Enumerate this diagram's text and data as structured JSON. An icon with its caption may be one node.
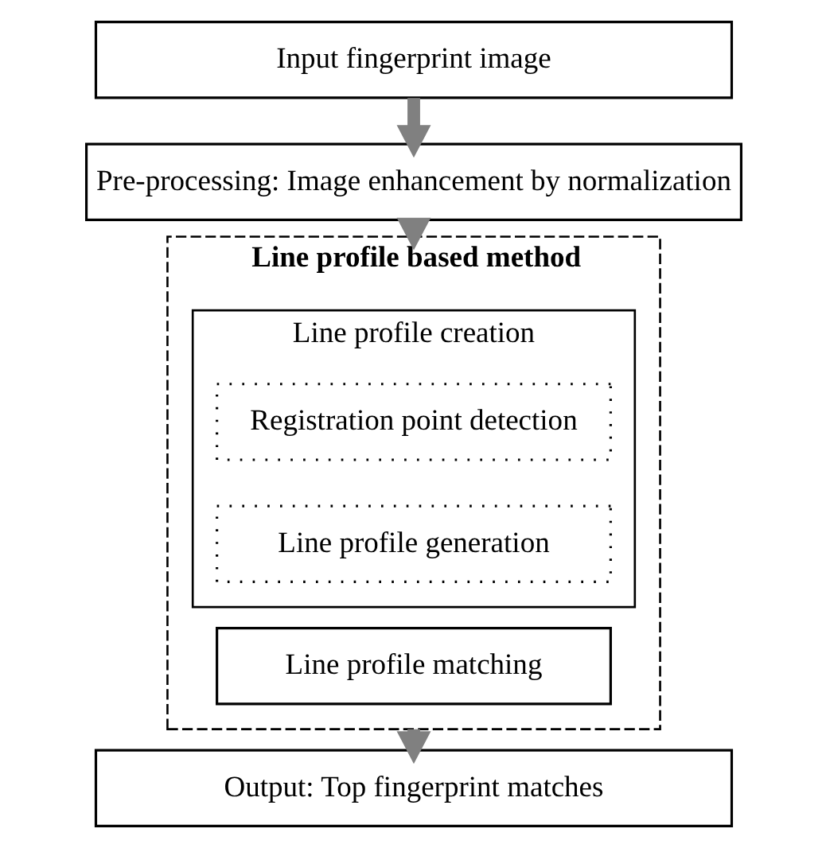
{
  "diagram": {
    "nodes": [
      {
        "text": [
          "Input fingerprint image"
        ]
      },
      {
        "text": [
          "Pre-processing: Image enhancement by normalization"
        ]
      },
      {
        "text": [
          "Line profile based method"
        ]
      },
      {
        "text": [
          "Line profile creation"
        ],
        "in": 2
      },
      {
        "text": [
          "Registration point detection"
        ],
        "in": 3
      },
      {
        "text": [
          "Line profile generation"
        ],
        "in": 3
      },
      {
        "text": [
          "Line profile matching"
        ],
        "in": 2
      },
      {
        "text": [
          "Output: Top fingerprint matches"
        ]
      }
    ],
    "edges": [
      {
        "from": 0,
        "to": 1,
        "arrow": "to"
      },
      {
        "from": 1,
        "to": 2,
        "arrow": "to"
      },
      {
        "from": 2,
        "to": 7,
        "arrow": "to"
      }
    ]
  }
}
